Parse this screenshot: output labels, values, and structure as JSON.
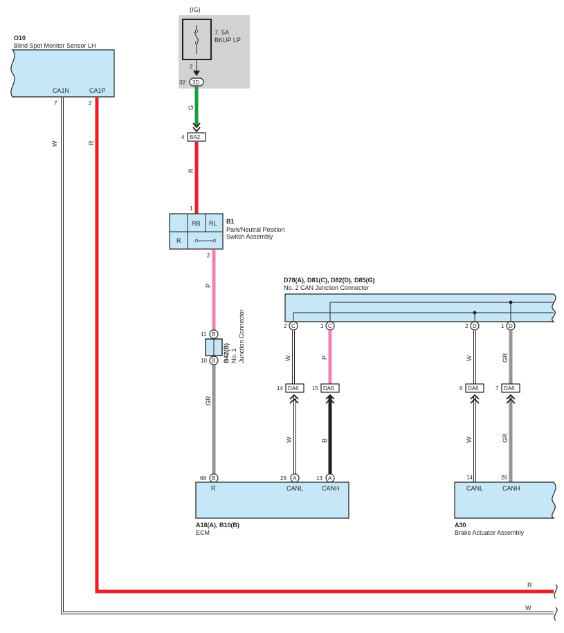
{
  "colors": {
    "red": "#e8202a",
    "green": "#1a9c3e",
    "pink": "#ee82b4",
    "gray": "#939598",
    "black": "#231f20",
    "component_fill": "#c6e7f7",
    "fuse_area": "#d1d2d4"
  },
  "fuse": {
    "circuit": "(IG)",
    "rating": "7. 5A",
    "name": "BKUP LP",
    "pin": "2",
    "connector_pin": "32",
    "connector": "3D"
  },
  "o10": {
    "code": "O10",
    "name": "Blind Spot Monitor Sensor LH",
    "terminal_1": "CA1N",
    "terminal_2": "CA1P",
    "pin_1": "7",
    "pin_2": "2"
  },
  "ba2": {
    "pin": "4",
    "label": "BA2"
  },
  "b1": {
    "code": "B1",
    "name_line1": "Park/Neutral Position",
    "name_line2": "Switch Assembly",
    "cell_rb": "RB",
    "cell_rl": "RL",
    "cell_r": "R",
    "pin_in": "1",
    "pin_out": "2"
  },
  "b42": {
    "code": "B42(B)",
    "name_line1": "No. 1",
    "name_line2": "Junction Connector",
    "pin_top": "11",
    "pin_bottom": "10",
    "letter": "B"
  },
  "can_jc": {
    "code": "D78(A), D81(C), D82(D), D85(G)",
    "name": "No. 2 CAN Junction Connector",
    "pins": [
      {
        "num": "2",
        "letter": "C"
      },
      {
        "num": "1",
        "letter": "C"
      },
      {
        "num": "2",
        "letter": "D"
      },
      {
        "num": "1",
        "letter": "D"
      }
    ]
  },
  "da6": [
    {
      "pin": "14",
      "label": "DA6"
    },
    {
      "pin": "15",
      "label": "DA6"
    },
    {
      "pin": "6",
      "label": "DA6"
    },
    {
      "pin": "7",
      "label": "DA6"
    }
  ],
  "ecm": {
    "code": "A18(A), B10(B)",
    "name": "ECM",
    "pins": [
      {
        "num": "68",
        "letter": "B",
        "terminal": "R"
      },
      {
        "num": "26",
        "letter": "A",
        "terminal": "CANL"
      },
      {
        "num": "13",
        "letter": "A",
        "terminal": "CANH"
      }
    ]
  },
  "a30": {
    "code": "A30",
    "name": "Brake Actuator Assembly",
    "pins": [
      {
        "num": "14",
        "terminal": "CANL"
      },
      {
        "num": "26",
        "terminal": "CANH"
      }
    ]
  },
  "wire_labels": {
    "w": "W",
    "r": "R",
    "g": "G",
    "p": "P",
    "gr": "GR",
    "b": "B"
  }
}
